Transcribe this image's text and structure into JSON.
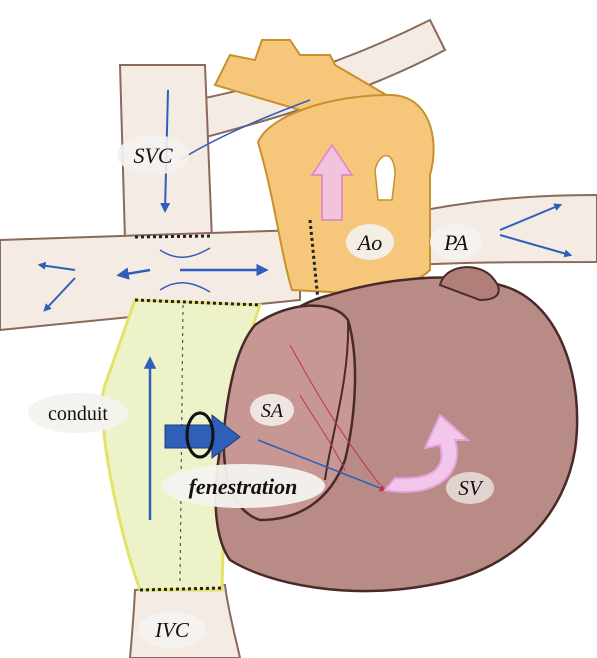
{
  "labels": {
    "svc": "SVC",
    "ao": "Ao",
    "pa": "PA",
    "sa": "SA",
    "conduit": "conduit",
    "fenestration": "fenestration",
    "sv": "SV",
    "ivc": "IVC"
  },
  "colors": {
    "vessel": "#f3ebe4",
    "vessel_edge": "#8a6a5a",
    "aorta": "#f6c77a",
    "aorta_edge": "#c9902e",
    "heart": "#b98b86",
    "heart_edge": "#4a2a28",
    "atrium": "#c79893",
    "conduit": "#eef2c8",
    "conduit_edge": "#e3e36a",
    "flow_arrow": "#2f5fb8",
    "aorta_arrow": "#e38fc2",
    "sv_arrow": "#e7a2dc",
    "fenestration_ring": "#111111",
    "label_bg": "#f4f2ef"
  }
}
